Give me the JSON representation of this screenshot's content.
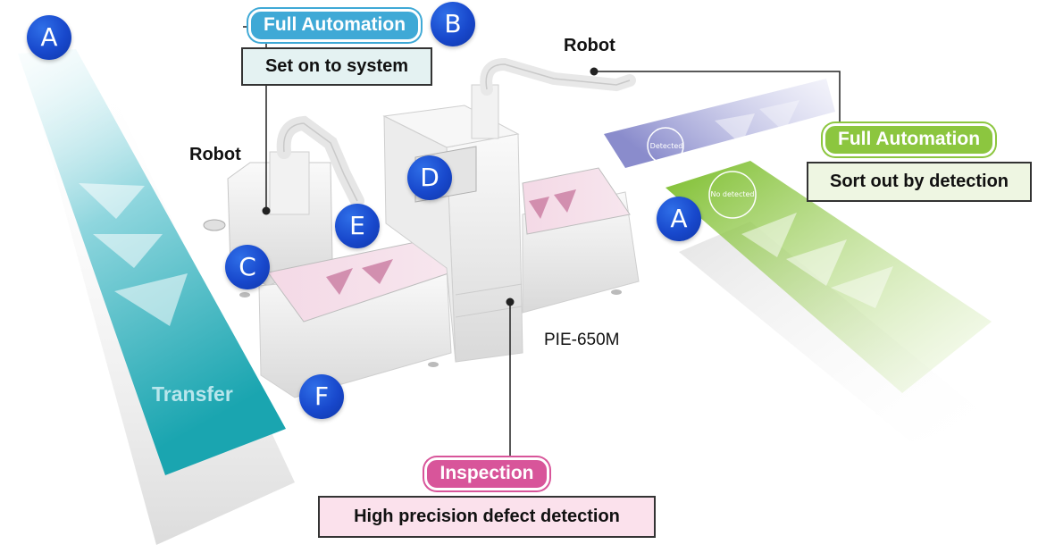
{
  "labels": {
    "robot_left": "Robot",
    "robot_right": "Robot",
    "model": "PIE-650M",
    "transfer": "Transfer",
    "detected": "Detected",
    "no_detected": "No detected"
  },
  "callouts": {
    "set_on": {
      "title": "Full Automation",
      "text": "Set on to system"
    },
    "sort_out": {
      "title": "Full Automation",
      "text": "Sort out by detection"
    },
    "inspection": {
      "title": "Inspection",
      "text": "High precision defect detection"
    }
  },
  "badges": {
    "a_left": "A",
    "a_right": "A",
    "b": "B",
    "c": "C",
    "d": "D",
    "e": "E",
    "f": "F"
  },
  "colors": {
    "transfer_teal": "#3fb6c4",
    "detected_purple": "#8f8fd0",
    "no_detected_green": "#8cc63f",
    "inspection_pink": "#d8559a",
    "set_on_blue": "#3fa9d6",
    "badge_blue": "#1848cc"
  }
}
